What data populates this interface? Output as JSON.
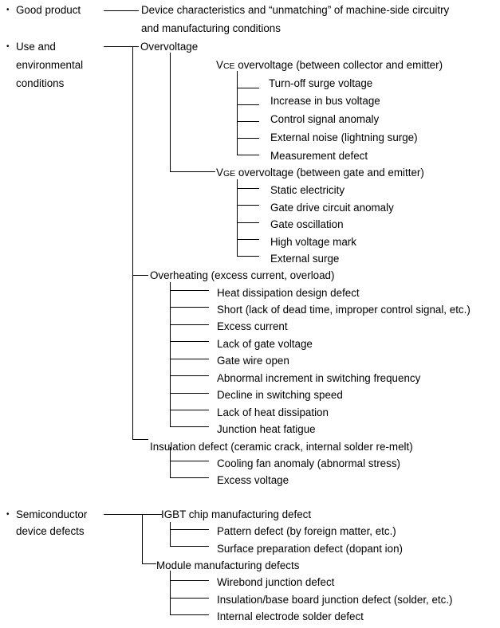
{
  "sections": [
    {
      "label": [
        "Good product"
      ],
      "children": [
        {
          "label": [
            "Device characteristics and “unmatching” of machine-side circuitry",
            "and manufacturing conditions"
          ],
          "children": []
        }
      ]
    },
    {
      "label": [
        "Use and",
        "environmental",
        "conditions"
      ],
      "children": [
        {
          "label": [
            "Overvoltage"
          ],
          "children": [
            {
              "label_main": "V",
              "label_sub": "CE",
              "label_rest": " overvoltage (between collector and emitter)",
              "children": [
                "Turn-off surge voltage",
                "Increase in bus voltage",
                "Control signal anomaly",
                "External noise (lightning surge)",
                "Measurement defect"
              ]
            },
            {
              "label_main": "V",
              "label_sub": "GE",
              "label_rest": " overvoltage (between gate and emitter)",
              "children": [
                "Static electricity",
                "Gate drive circuit anomaly",
                "Gate oscillation",
                "High voltage mark",
                "External surge"
              ]
            }
          ]
        },
        {
          "label": [
            "Overheating (excess current, overload)"
          ],
          "children": [
            "Heat dissipation design defect",
            "Short (lack of dead time, improper control signal, etc.)",
            "Excess current",
            "Lack of gate voltage",
            "Gate wire open",
            "Abnormal increment in switching frequency",
            "Decline in switching speed",
            "Lack of heat dissipation",
            "Junction heat fatigue"
          ]
        },
        {
          "label": [
            "Insulation defect (ceramic crack, internal solder re-melt)"
          ],
          "children": [
            "Cooling fan anomaly (abnormal stress)",
            "Excess voltage"
          ]
        }
      ]
    },
    {
      "label": [
        "Semiconductor",
        "device defects"
      ],
      "children": [
        {
          "label": [
            "IGBT chip manufacturing defect"
          ],
          "children": [
            "Pattern defect (by foreign matter, etc.)",
            "Surface preparation defect (dopant ion)"
          ]
        },
        {
          "label": [
            "Module manufacturing defects"
          ],
          "children": [
            "Wirebond junction defect",
            "Insulation/base board junction defect (solder, etc.)",
            "Internal electrode solder defect"
          ]
        }
      ]
    }
  ]
}
